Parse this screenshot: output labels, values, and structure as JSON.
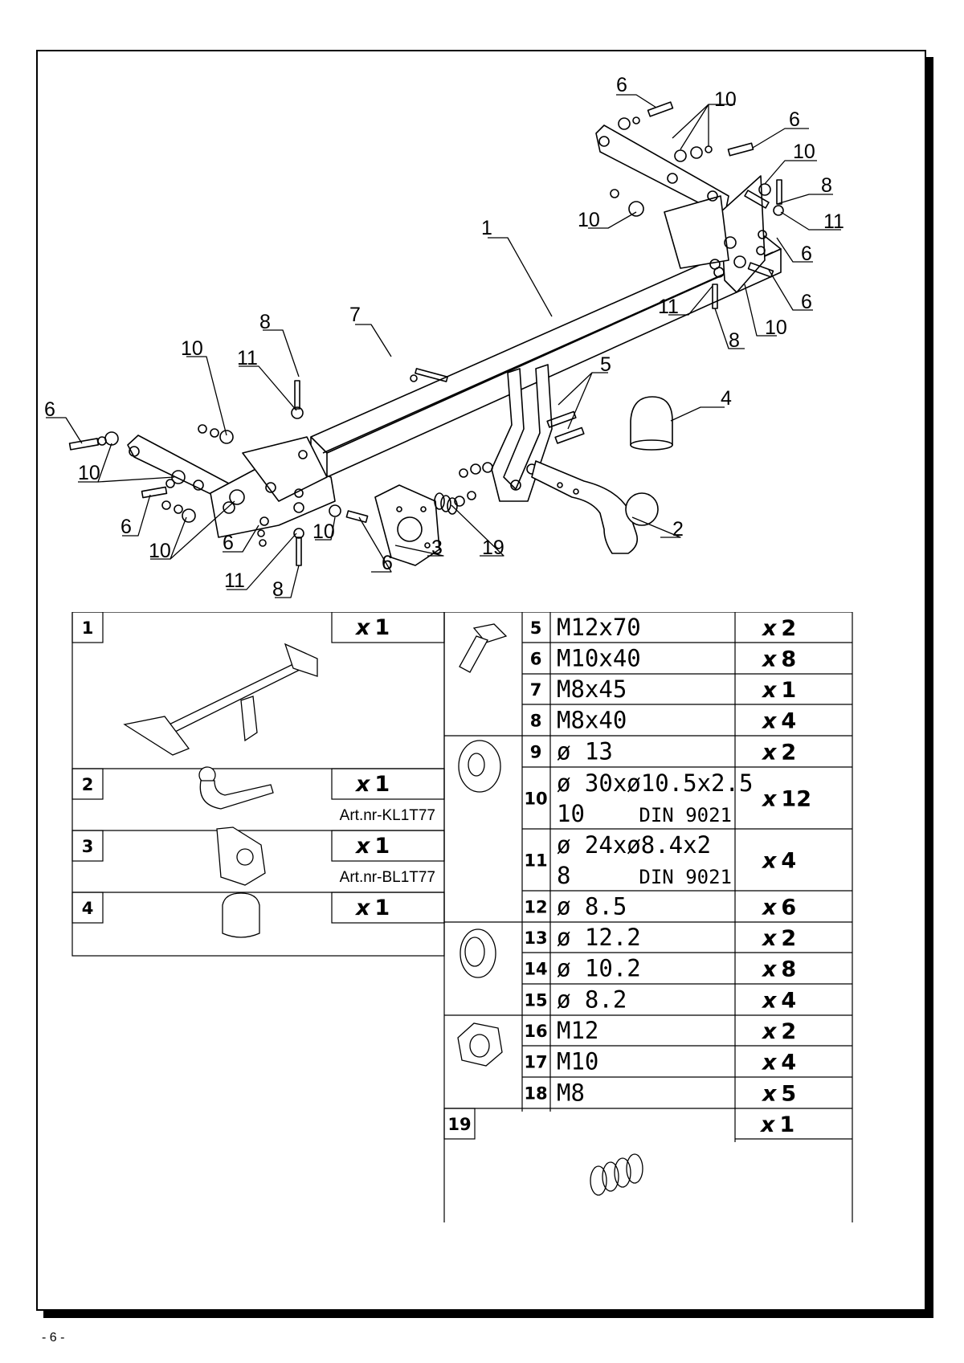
{
  "page_number": "- 6 -",
  "callouts": {
    "c6a": "6",
    "c10a": "10",
    "c6b": "6",
    "c10b": "10",
    "c8a": "8",
    "c11a": "11",
    "c10c": "10",
    "c1": "1",
    "c6c": "6",
    "c6d": "6",
    "c11b": "11",
    "c10d": "10",
    "c8b": "8",
    "c7": "7",
    "c5": "5",
    "c4": "4",
    "c8c": "8",
    "c11c": "11",
    "c10e": "10",
    "c6e": "6",
    "c10f": "10",
    "c6f": "6",
    "c10g": "10",
    "c6g": "6",
    "c10h": "10",
    "c11d": "11",
    "c8d": "8",
    "c6h": "6",
    "c3": "3",
    "c19": "19",
    "c2": "2"
  },
  "parts_left": [
    {
      "num": "1",
      "qty_x": "x",
      "qty_n": "1",
      "art": ""
    },
    {
      "num": "2",
      "qty_x": "x",
      "qty_n": "1",
      "art": "Art.nr-KL1T77"
    },
    {
      "num": "3",
      "qty_x": "x",
      "qty_n": "1",
      "art": "Art.nr-BL1T77"
    },
    {
      "num": "4",
      "qty_x": "x",
      "qty_n": "1",
      "art": ""
    }
  ],
  "parts_right": [
    {
      "num": "5",
      "spec": "M12x70",
      "spec2": "",
      "spec2b": "",
      "qty_x": "x",
      "qty_n": "2"
    },
    {
      "num": "6",
      "spec": "M10x40",
      "spec2": "",
      "spec2b": "",
      "qty_x": "x",
      "qty_n": "8"
    },
    {
      "num": "7",
      "spec": "M8x45",
      "spec2": "",
      "spec2b": "",
      "qty_x": "x",
      "qty_n": "1"
    },
    {
      "num": "8",
      "spec": "M8x40",
      "spec2": "",
      "spec2b": "",
      "qty_x": "x",
      "qty_n": "4"
    },
    {
      "num": "9",
      "spec": "ø 13",
      "spec2": "",
      "spec2b": "",
      "qty_x": "x",
      "qty_n": "2"
    },
    {
      "num": "10",
      "spec": "ø 30xø10.5x2.5",
      "spec2": "10",
      "spec2b": "DIN 9021",
      "qty_x": "x",
      "qty_n": "12"
    },
    {
      "num": "11",
      "spec": "ø 24xø8.4x2",
      "spec2": "8",
      "spec2b": "DIN 9021",
      "qty_x": "x",
      "qty_n": "4"
    },
    {
      "num": "12",
      "spec": "ø 8.5",
      "spec2": "",
      "spec2b": "",
      "qty_x": "x",
      "qty_n": "6"
    },
    {
      "num": "13",
      "spec": "ø 12.2",
      "spec2": "",
      "spec2b": "",
      "qty_x": "x",
      "qty_n": "2"
    },
    {
      "num": "14",
      "spec": "ø 10.2",
      "spec2": "",
      "spec2b": "",
      "qty_x": "x",
      "qty_n": "8"
    },
    {
      "num": "15",
      "spec": "ø 8.2",
      "spec2": "",
      "spec2b": "",
      "qty_x": "x",
      "qty_n": "4"
    },
    {
      "num": "16",
      "spec": "M12",
      "spec2": "",
      "spec2b": "",
      "qty_x": "x",
      "qty_n": "2"
    },
    {
      "num": "17",
      "spec": "M10",
      "spec2": "",
      "spec2b": "",
      "qty_x": "x",
      "qty_n": "4"
    },
    {
      "num": "18",
      "spec": "M8",
      "spec2": "",
      "spec2b": "",
      "qty_x": "x",
      "qty_n": "5"
    },
    {
      "num": "19",
      "spec": "",
      "spec2": "",
      "spec2b": "",
      "qty_x": "x",
      "qty_n": "1"
    }
  ]
}
